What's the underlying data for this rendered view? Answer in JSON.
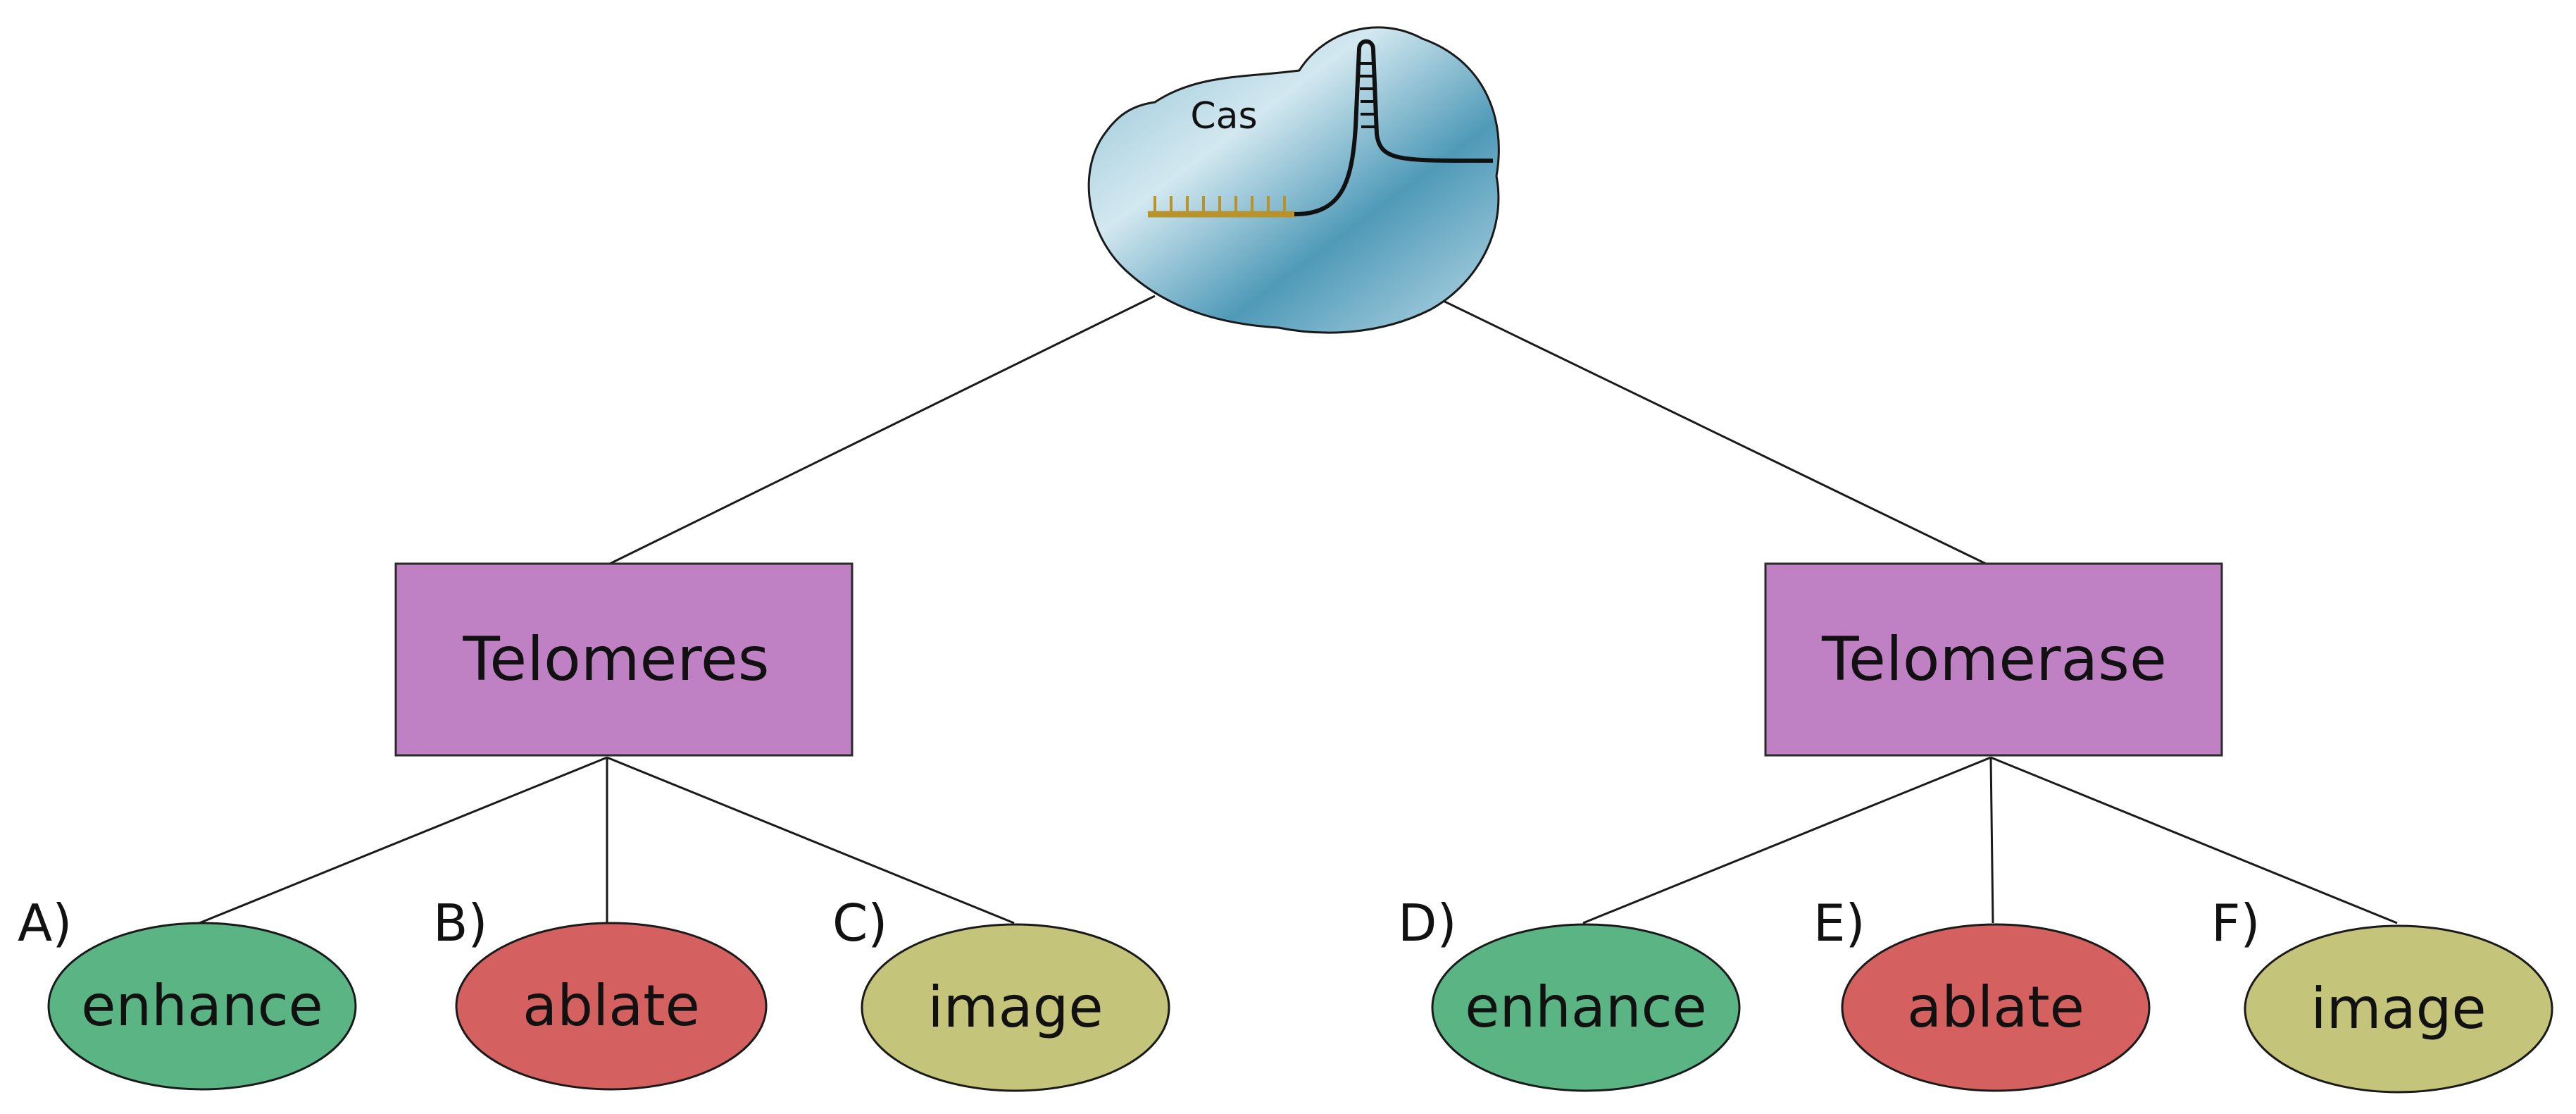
{
  "root": {
    "label": "Cas",
    "colors": {
      "fill_light": "#d3e8f0",
      "fill_dark": "#4f9ab8",
      "outline": "#1a1a1a",
      "guide_rna": "#b8922a"
    }
  },
  "branches": [
    {
      "title": "Telomeres",
      "box_color": "#c080c4",
      "options": [
        {
          "letter": "A)",
          "label": "enhance",
          "color": "#5ab483"
        },
        {
          "letter": "B)",
          "label": "ablate",
          "color": "#d46060"
        },
        {
          "letter": "C)",
          "label": "image",
          "color": "#c4c47a"
        }
      ]
    },
    {
      "title": "Telomerase",
      "box_color": "#c080c4",
      "options": [
        {
          "letter": "D)",
          "label": "enhance",
          "color": "#5ab483"
        },
        {
          "letter": "E)",
          "label": "ablate",
          "color": "#d46060"
        },
        {
          "letter": "F)",
          "label": "image",
          "color": "#c4c47a"
        }
      ]
    }
  ]
}
